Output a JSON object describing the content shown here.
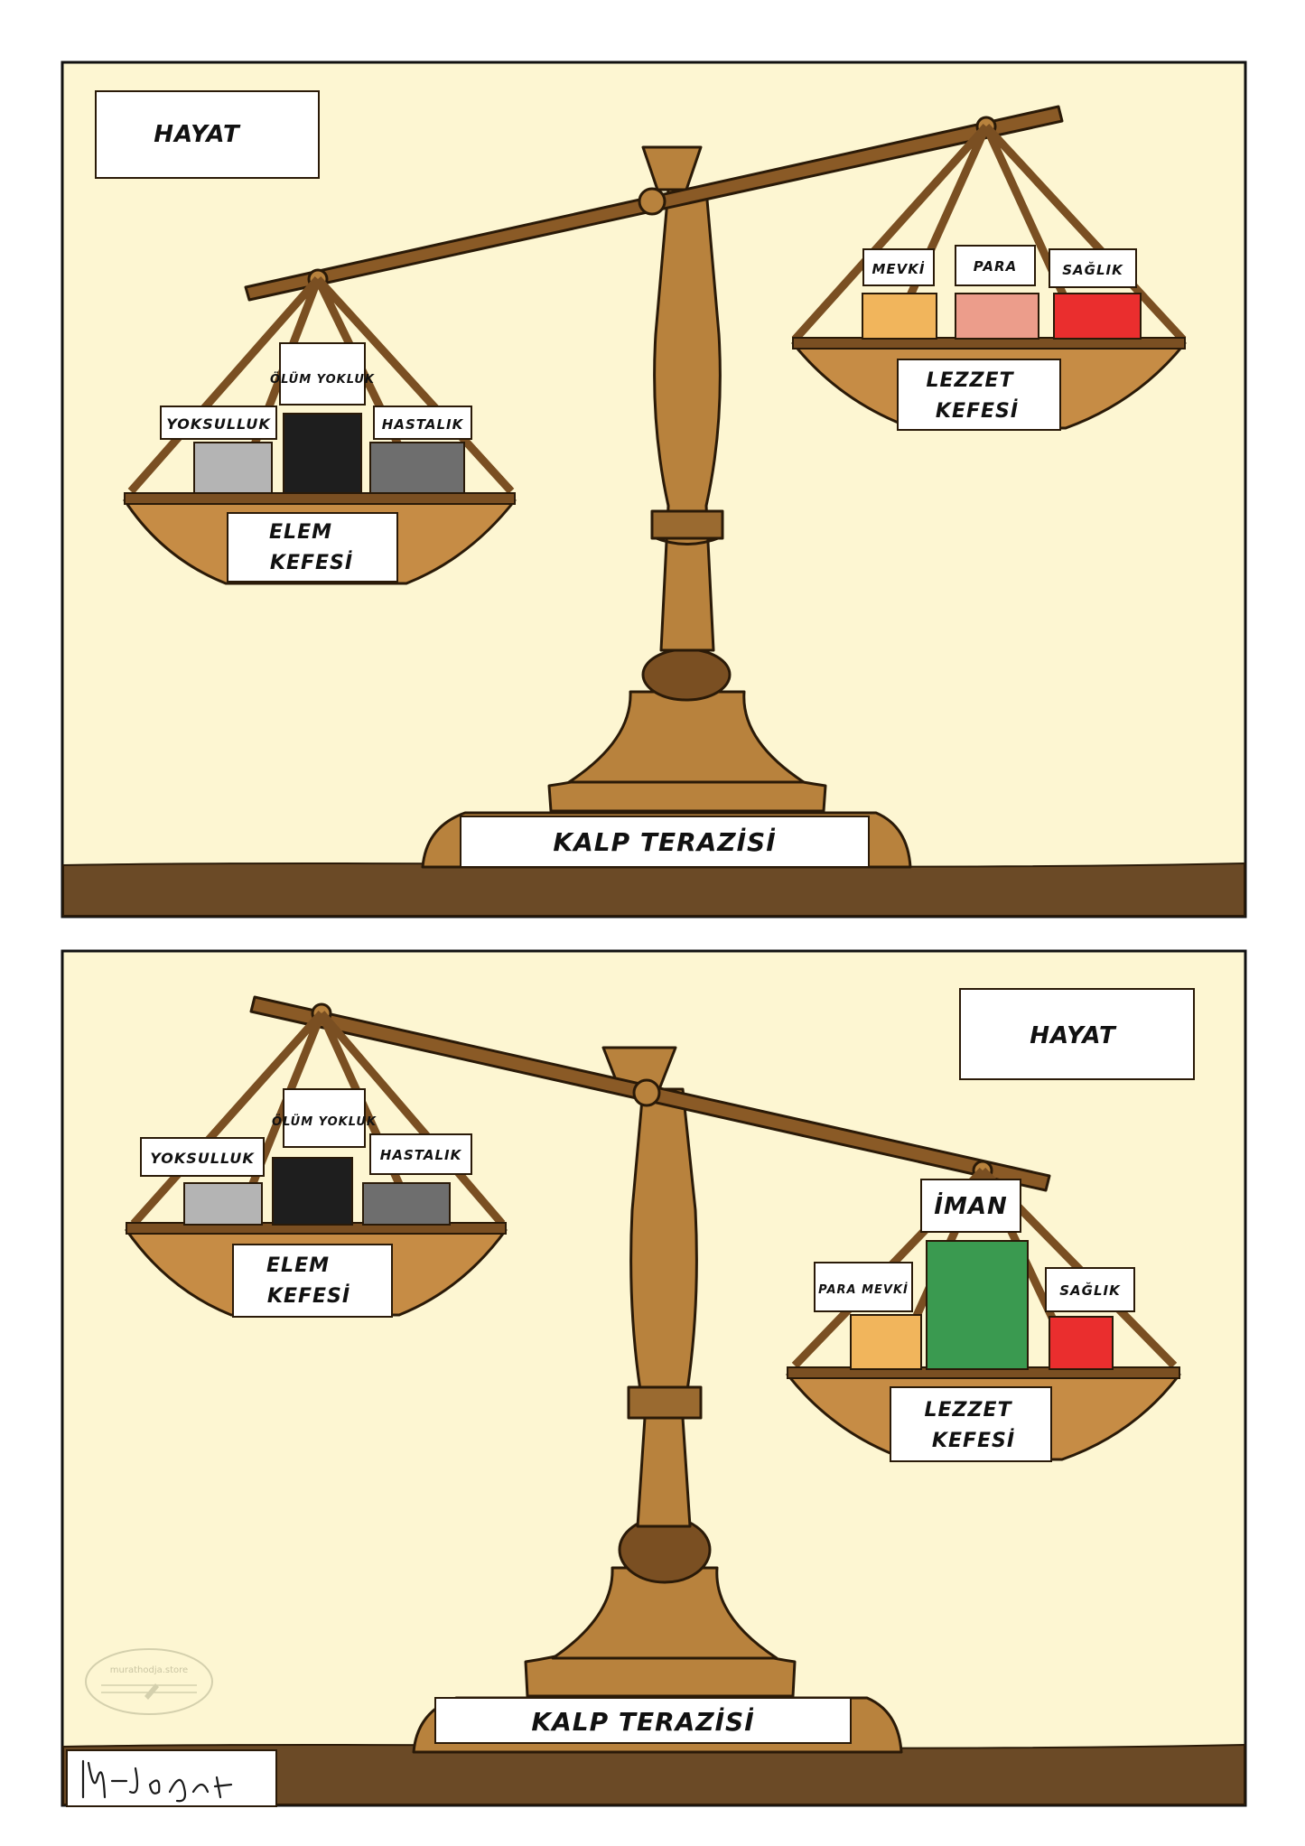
{
  "colors": {
    "background": "#fdf6d2",
    "ground": "#6b4a26",
    "wood": "#b8823d",
    "wood_dark": "#7a4f22",
    "label_box": "#ffffff",
    "block_yoksulluk": "#b4b4b4",
    "block_olum": "#1e1e1e",
    "block_hastalik": "#6e6e6e",
    "block_mevki": "#f1b55c",
    "block_para": "#ec9d8b",
    "block_saglik": "#ea2e2e",
    "block_iman": "#3a9a50"
  },
  "panel_top": {
    "title": "HAYAT",
    "scale_label": "KALP TERAZİSİ",
    "left_pan": {
      "label_line1": "ELEM",
      "label_line2": "KEFESİ",
      "items": [
        "YOKSULLUK",
        "ÖLÜM YOKLUK",
        "HASTALIK"
      ]
    },
    "right_pan": {
      "label_line1": "LEZZET",
      "label_line2": "KEFESİ",
      "items": [
        "MEVKİ",
        "PARA",
        "SAĞLIK"
      ]
    }
  },
  "panel_bottom": {
    "title": "HAYAT",
    "scale_label": "KALP TERAZİSİ",
    "left_pan": {
      "label_line1": "ELEM",
      "label_line2": "KEFESİ",
      "items": [
        "YOKSULLUK",
        "ÖLÜM YOKLUK",
        "HASTALIK"
      ]
    },
    "right_pan": {
      "label_line1": "LEZZET",
      "label_line2": "KEFESİ",
      "items": [
        "PARA MEVKİ",
        "İMAN",
        "SAĞLIK"
      ]
    }
  },
  "watermark": "murathodja.store",
  "signature": "M. Hodja"
}
